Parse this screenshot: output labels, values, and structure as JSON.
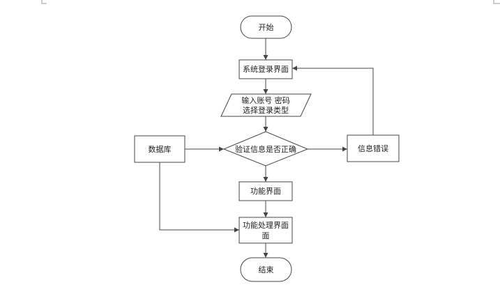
{
  "flowchart": {
    "nodes": {
      "start": "开始",
      "login": "系统登录界面",
      "input_line1": "输入账号 密码",
      "input_line2": "选择登录类型",
      "verify": "验证信息是否正确",
      "database": "数据库",
      "error": "信息错误",
      "function_ui": "功能界面",
      "process_line1": "功能处理界面",
      "process_line2": "面",
      "end": "结束"
    }
  }
}
